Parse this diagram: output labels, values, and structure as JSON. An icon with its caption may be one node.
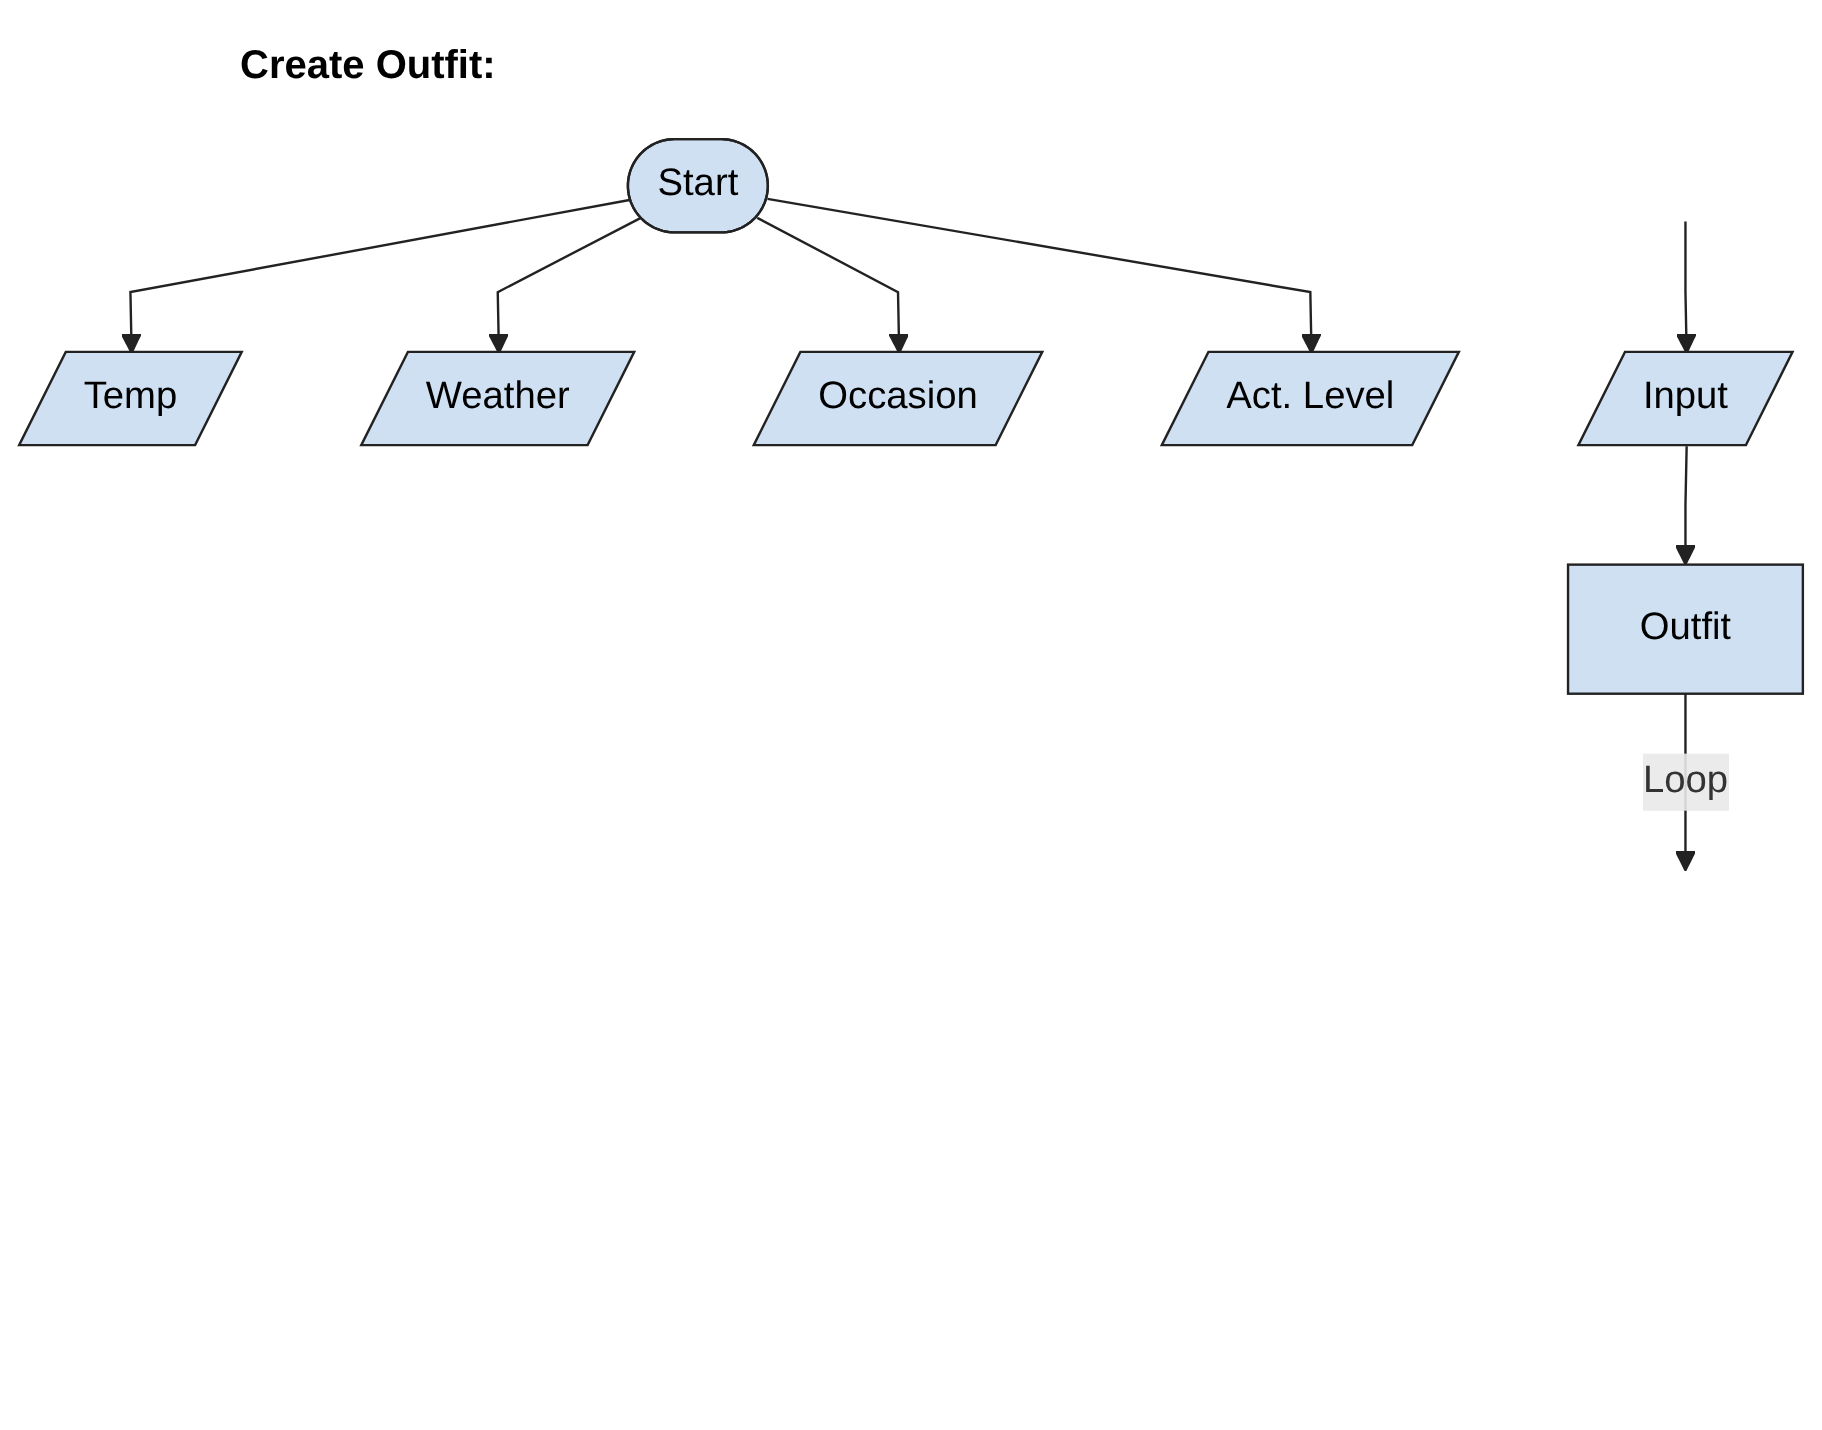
{
  "diagram": {
    "title": "Create Outfit:",
    "nodes": [
      {
        "text": [
          "Start"
        ]
      },
      {
        "text": [
          "Temp"
        ]
      },
      {
        "text": [
          "Weather"
        ]
      },
      {
        "text": [
          "Occasion"
        ]
      },
      {
        "text": [
          "Act. Level"
        ]
      },
      {
        "text": [
          "Input"
        ]
      },
      {
        "text": [
          "Outfit"
        ]
      }
    ],
    "edges": [
      {
        "from": 0,
        "to": 1,
        "arrow": "to"
      },
      {
        "from": 0,
        "to": 2,
        "arrow": "to"
      },
      {
        "from": 0,
        "to": 3,
        "arrow": "to"
      },
      {
        "from": 0,
        "to": 4,
        "arrow": "to"
      },
      {
        "from": null,
        "to": 5,
        "arrow": "to"
      },
      {
        "from": 5,
        "to": 6,
        "arrow": "to"
      },
      {
        "from": 6,
        "to": null,
        "arrow": "to",
        "label": "Loop"
      }
    ]
  }
}
